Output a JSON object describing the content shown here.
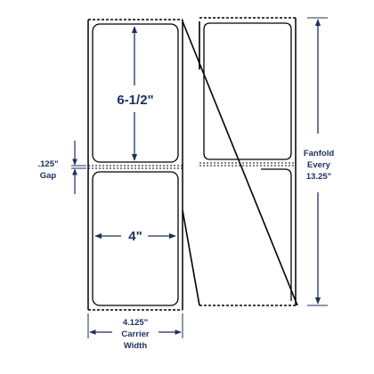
{
  "labels": {
    "label_height": "6-1/2\"",
    "label_width": "4\"",
    "gap_value": ".125\"",
    "gap_word": "Gap",
    "fanfold_line1": "Fanfold",
    "fanfold_line2": "Every",
    "fanfold_line3": "13.25\"",
    "carrier_value": "4.125\"",
    "carrier_line2": "Carrier",
    "carrier_line3": "Width"
  },
  "colors": {
    "ink": "#1f2f5e",
    "outline": "#000000",
    "paper": "#ffffff"
  }
}
